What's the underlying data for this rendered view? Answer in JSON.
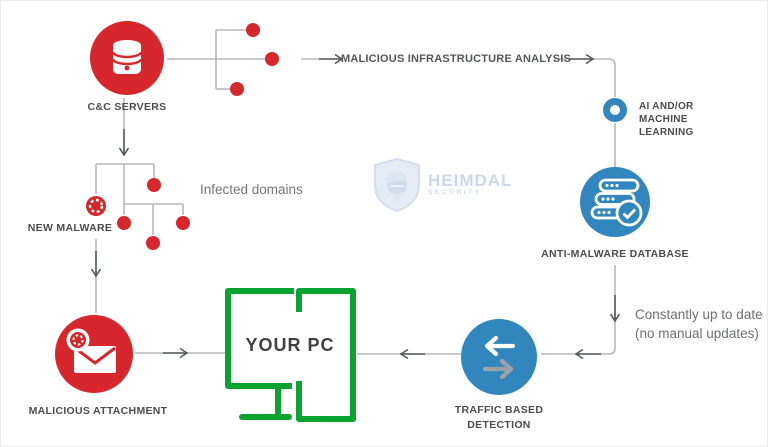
{
  "colors": {
    "red": "#d7262c",
    "blue": "#3086bd",
    "green": "#0ba32f",
    "connector_gray": "#b9b9b9",
    "arrow_gray": "#58595c",
    "label_dark": "#4c4c4e"
  },
  "nodes": {
    "cc_servers": {
      "label": "C&C SERVERS",
      "icon": "database-icon"
    },
    "new_malware": {
      "label": "NEW MALWARE",
      "icon": "malware-gear-icon"
    },
    "malicious_attachment": {
      "label": "MALICIOUS ATTACHMENT",
      "icon": "email-malware-icon"
    },
    "your_pc": {
      "label": "YOUR PC",
      "icon": "computer-outline-icon"
    },
    "ai_ml": {
      "lines": [
        "AI AND/OR",
        "MACHINE",
        "LEARNING"
      ],
      "icon": "ring-icon"
    },
    "anti_malware_database": {
      "label": "ANTI-MALWARE DATABASE",
      "icon": "server-check-icon"
    },
    "traffic_detection": {
      "lines": [
        "TRAFFIC BASED",
        "DETECTION"
      ],
      "icon": "traffic-arrows-icon"
    }
  },
  "annotations": {
    "infrastructure_analysis": "MALICIOUS INFRASTRUCTURE ANALYSIS",
    "infected_domains": "Infected domains",
    "up_to_date": [
      "Constantly up to date",
      "(no manual updates)"
    ]
  },
  "watermark": {
    "brand": "HEIMDAL",
    "sub": "SECURITY"
  }
}
